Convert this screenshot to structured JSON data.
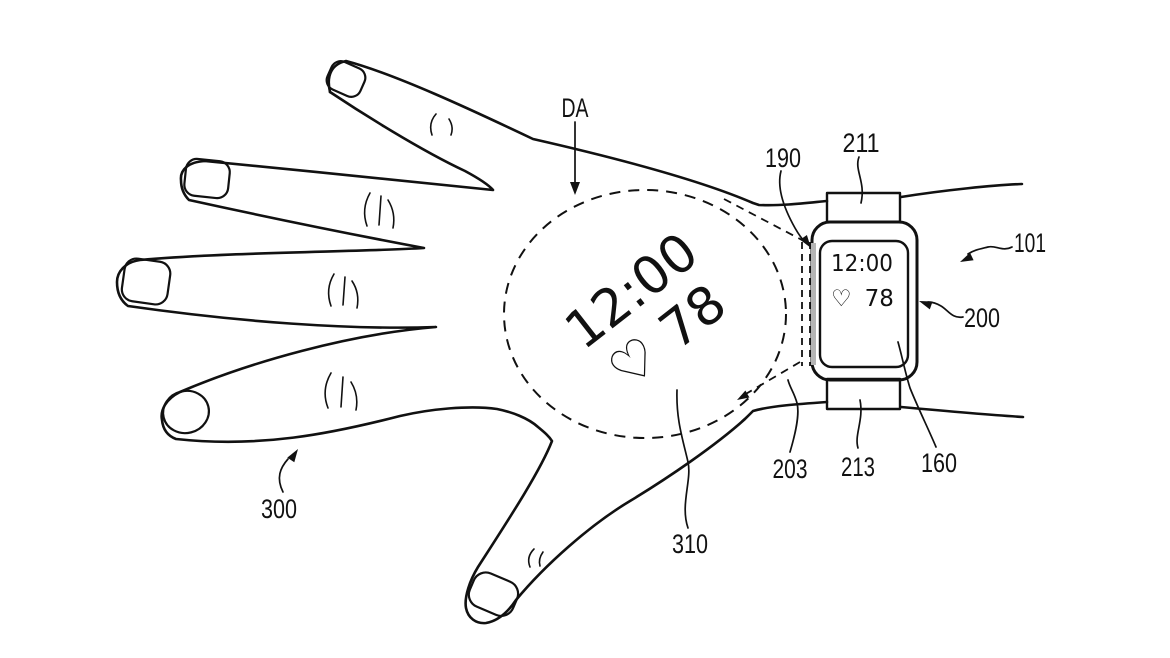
{
  "figure": {
    "type": "patent-line-drawing",
    "description": "Watch-type wearable device (200) worn on a wrist projecting a virtual display area (DA/310) onto the back of a hand (300)",
    "colors": {
      "background": "#ffffff",
      "line": "#111111",
      "projector_bar": "#b5b5b5"
    }
  },
  "labels": {
    "da": "DA",
    "r101": "101",
    "r160": "160",
    "r190": "190",
    "r200": "200",
    "r203": "203",
    "r211": "211",
    "r213": "213",
    "r300": "300",
    "r310": "310"
  },
  "watch": {
    "screen_time": "12:00",
    "screen_heart": "♡",
    "screen_rate": "78"
  },
  "projection": {
    "time": "12:00",
    "heart": "♡",
    "rate": "78"
  }
}
